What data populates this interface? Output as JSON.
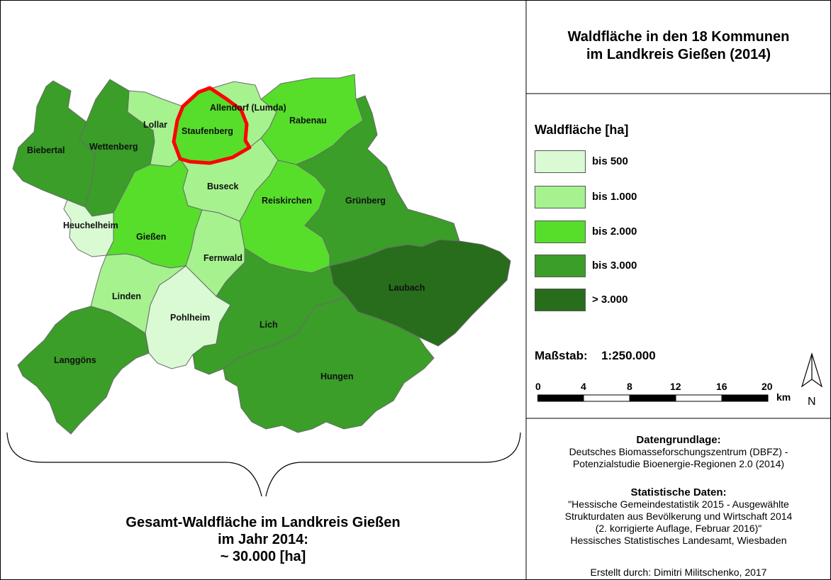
{
  "title_line1": "Waldfläche in den 18 Kommunen",
  "title_line2": "im Landkreis Gießen (2014)",
  "legend": {
    "heading": "Waldfläche [ha]",
    "classes": [
      {
        "label": "bis 500",
        "color": "#d9fad3"
      },
      {
        "label": "bis 1.000",
        "color": "#a6f28f"
      },
      {
        "label": "bis 2.000",
        "color": "#56de2b"
      },
      {
        "label": "bis 3.000",
        "color": "#3a9e28"
      },
      {
        "label": "> 3.000",
        "color": "#276d1b"
      }
    ]
  },
  "highlight_color": "#ff0000",
  "scale": {
    "label": "Maßstab:",
    "ratio": "1:250.000",
    "ticks": [
      "0",
      "4",
      "8",
      "12",
      "16",
      "20"
    ],
    "unit": "km",
    "north": "N"
  },
  "sources": {
    "data_heading": "Datengrundlage:",
    "data_line1": "Deutsches Biomasseforschungszentrum (DBFZ) -",
    "data_line2": "Potenzialstudie Bioenergie-Regionen 2.0 (2014)",
    "stat_heading": "Statistische Daten:",
    "stat_line1": "\"Hessische Gemeindestatistik 2015 - Ausgewählte",
    "stat_line2": "Strukturdaten aus Bevölkerung und Wirtschaft 2014",
    "stat_line3": "(2. korrigierte Auflage, Februar 2016)\"",
    "stat_line4": "Hessisches Statistisches Landesamt, Wiesbaden",
    "author": "Erstellt durch: Dimitri Militschenko, 2017"
  },
  "total": {
    "line1": "Gesamt-Waldfläche im Landkreis Gießen",
    "line2": "im Jahr 2014:",
    "line3": "~ 30.000 [ha]"
  },
  "regions": [
    {
      "name": "Allendorf (Lumda)",
      "class": 1
    },
    {
      "name": "Staufenberg",
      "class": 2,
      "highlighted": true
    },
    {
      "name": "Lollar",
      "class": 1
    },
    {
      "name": "Rabenau",
      "class": 2
    },
    {
      "name": "Biebertal",
      "class": 3
    },
    {
      "name": "Wettenberg",
      "class": 3
    },
    {
      "name": "Buseck",
      "class": 1
    },
    {
      "name": "Reiskirchen",
      "class": 2
    },
    {
      "name": "Grünberg",
      "class": 3
    },
    {
      "name": "Heuchelheim",
      "class": 0
    },
    {
      "name": "Gießen",
      "class": 2
    },
    {
      "name": "Fernwald",
      "class": 1
    },
    {
      "name": "Laubach",
      "class": 4
    },
    {
      "name": "Linden",
      "class": 1
    },
    {
      "name": "Pohlheim",
      "class": 0
    },
    {
      "name": "Lich",
      "class": 3
    },
    {
      "name": "Langgöns",
      "class": 3
    },
    {
      "name": "Hungen",
      "class": 3
    }
  ]
}
